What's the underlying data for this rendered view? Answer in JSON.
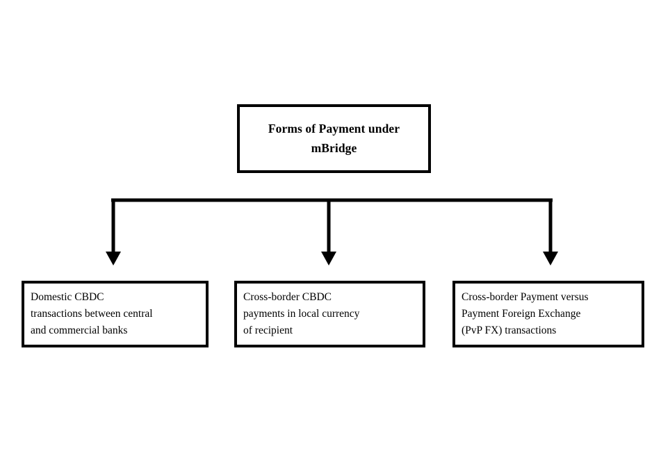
{
  "diagram": {
    "type": "flowchart",
    "orientation": "top-down",
    "title_node": {
      "label": "Forms of Payment under mBridge",
      "line_1": "Forms of Payment under",
      "line_2": "mBridge"
    },
    "children": [
      {
        "label": "Domestic CBDC transactions between central and commercial banks",
        "line_1": "Domestic CBDC",
        "line_2": "transactions between central",
        "line_3": "and commercial banks"
      },
      {
        "label": "Cross-border CBDC payments in local currency of recipient",
        "line_1": "Cross-border CBDC",
        "line_2": "payments in local currency",
        "line_3": "of recipient"
      },
      {
        "label": "Cross-border Payment versus Payment Foreign Exchange (PvP FX) transactions",
        "line_1": "Cross-border Payment versus",
        "line_2": "Payment Foreign Exchange",
        "line_3": "(PvP FX) transactions"
      }
    ],
    "style": {
      "background_color": "#ffffff",
      "box_border_color": "#000000",
      "box_fill_color": "#ffffff",
      "connector_color": "#000000",
      "text_color": "#000000"
    }
  }
}
